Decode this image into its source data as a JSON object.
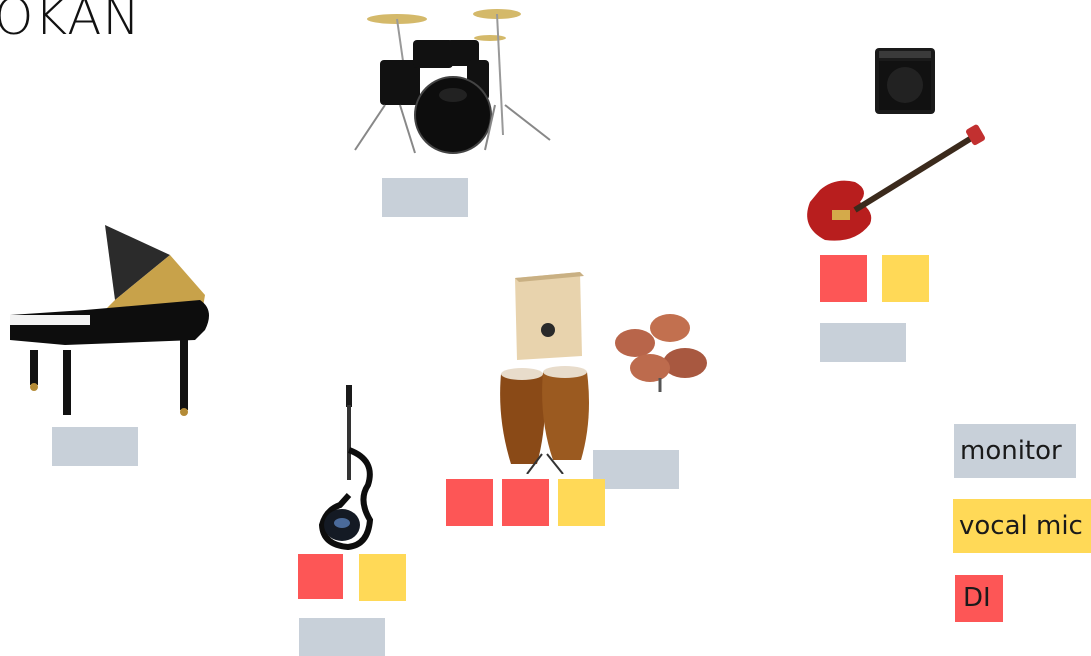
{
  "title": "OKAN",
  "legend": {
    "monitor": "monitor",
    "vocal_mic": "vocal mic",
    "di": "DI"
  },
  "colors": {
    "monitor": "#c8d0d9",
    "vocal_mic": "#ffd957",
    "di": "#fd5656"
  },
  "instruments": [
    "drum-kit",
    "grand-piano",
    "bass-guitar",
    "bass-amp",
    "electric-violin",
    "cajon",
    "bongos",
    "congas"
  ]
}
